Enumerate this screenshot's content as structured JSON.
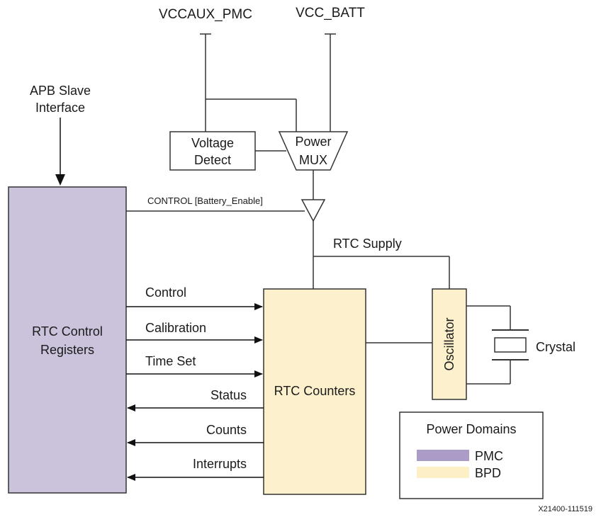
{
  "supplies": {
    "vccaux_pmc": "VCCAUX_PMC",
    "vcc_batt": "VCC_BATT"
  },
  "apb": {
    "line1": "APB Slave",
    "line2": "Interface"
  },
  "blocks": {
    "voltage_detect": [
      "Voltage",
      "Detect"
    ],
    "power_mux": [
      "Power",
      "MUX"
    ],
    "rtc_control_registers": [
      "RTC Control",
      "Registers"
    ],
    "rtc_counters": "RTC Counters",
    "oscillator": "Oscillator",
    "crystal": "Crystal"
  },
  "signals": {
    "control_battery_enable": "CONTROL [Battery_Enable]",
    "rtc_supply": "RTC Supply",
    "control": "Control",
    "calibration": "Calibration",
    "time_set": "Time Set",
    "status": "Status",
    "counts": "Counts",
    "interrupts": "Interrupts"
  },
  "legend": {
    "title": "Power Domains",
    "items": [
      {
        "label": "PMC",
        "color": "#ab9cc7"
      },
      {
        "label": "BPD",
        "color": "#fdefc6"
      }
    ]
  },
  "colors": {
    "pmc_fill": "#cbc2dc",
    "bpd_fill": "#fdf1cd",
    "line": "#333333",
    "arrow": "#111111"
  },
  "figure_id": "X21400-111519"
}
